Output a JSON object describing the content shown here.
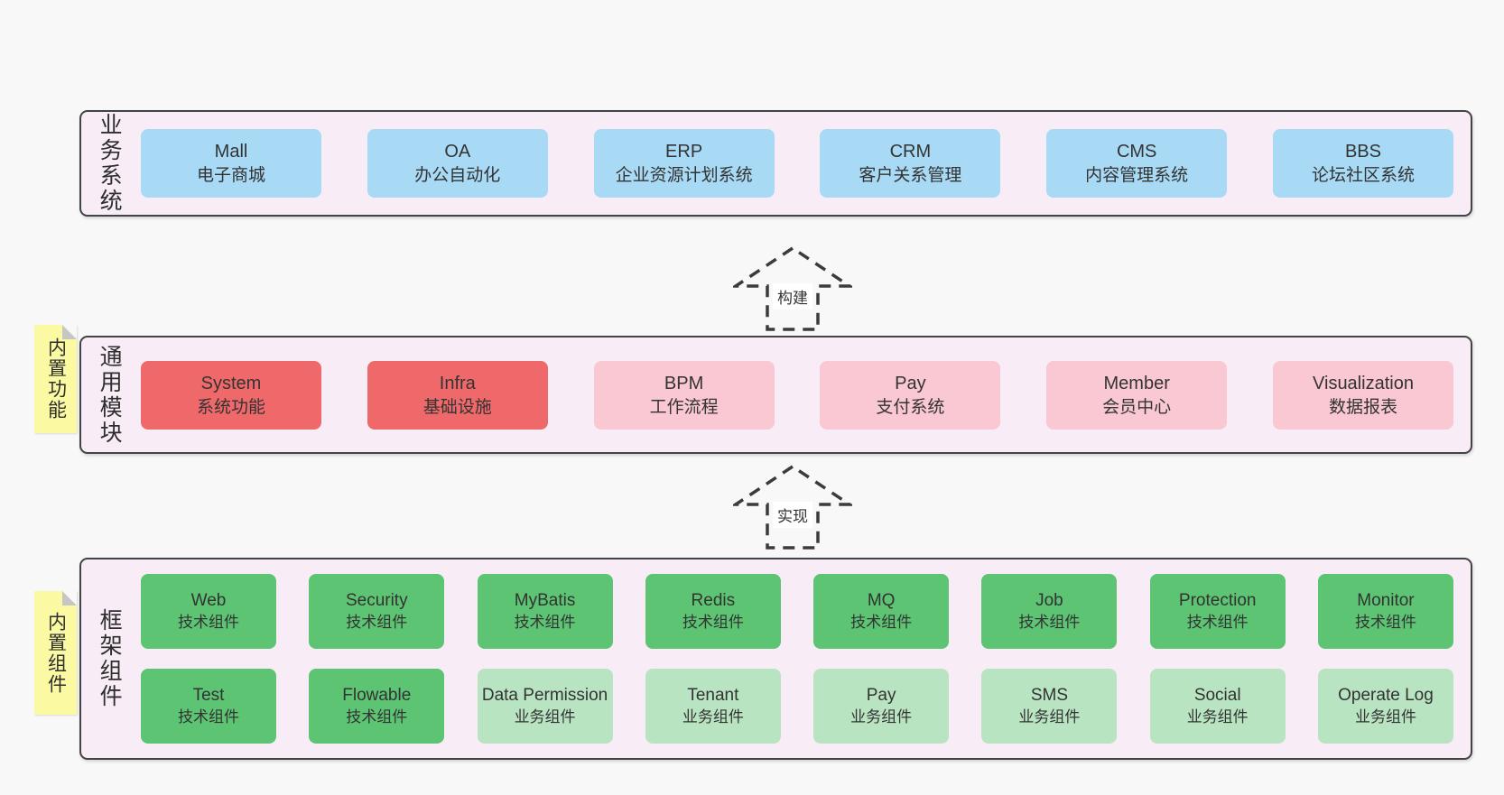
{
  "layers": {
    "business": {
      "label": "业务系统",
      "boxes": [
        {
          "name": "Mall",
          "subtitle": "电子商城"
        },
        {
          "name": "OA",
          "subtitle": "办公自动化"
        },
        {
          "name": "ERP",
          "subtitle": "企业资源计划系统"
        },
        {
          "name": "CRM",
          "subtitle": "客户关系管理"
        },
        {
          "name": "CMS",
          "subtitle": "内容管理系统"
        },
        {
          "name": "BBS",
          "subtitle": "论坛社区系统"
        }
      ]
    },
    "modules": {
      "label": "通用模块",
      "sticky_note": "内置功能",
      "boxes": [
        {
          "name": "System",
          "subtitle": "系统功能"
        },
        {
          "name": "Infra",
          "subtitle": "基础设施"
        },
        {
          "name": "BPM",
          "subtitle": "工作流程"
        },
        {
          "name": "Pay",
          "subtitle": "支付系统"
        },
        {
          "name": "Member",
          "subtitle": "会员中心"
        },
        {
          "name": "Visualization",
          "subtitle": "数据报表"
        }
      ]
    },
    "framework": {
      "label": "框架组件",
      "sticky_note": "内置组件",
      "row1": [
        {
          "name": "Web",
          "subtitle": "技术组件"
        },
        {
          "name": "Security",
          "subtitle": "技术组件"
        },
        {
          "name": "MyBatis",
          "subtitle": "技术组件"
        },
        {
          "name": "Redis",
          "subtitle": "技术组件"
        },
        {
          "name": "MQ",
          "subtitle": "技术组件"
        },
        {
          "name": "Job",
          "subtitle": "技术组件"
        },
        {
          "name": "Protection",
          "subtitle": "技术组件"
        },
        {
          "name": "Monitor",
          "subtitle": "技术组件"
        }
      ],
      "row2": [
        {
          "name": "Test",
          "subtitle": "技术组件"
        },
        {
          "name": "Flowable",
          "subtitle": "技术组件"
        },
        {
          "name": "Data Permission",
          "subtitle": "业务组件"
        },
        {
          "name": "Tenant",
          "subtitle": "业务组件"
        },
        {
          "name": "Pay",
          "subtitle": "业务组件"
        },
        {
          "name": "SMS",
          "subtitle": "业务组件"
        },
        {
          "name": "Social",
          "subtitle": "业务组件"
        },
        {
          "name": "Operate Log",
          "subtitle": "业务组件"
        }
      ]
    }
  },
  "arrows": [
    {
      "label": "构建"
    },
    {
      "label": "实现"
    }
  ],
  "colors": {
    "page_bg": "#f8f8f8",
    "layer_bg": "#f8edf6",
    "layer_border": "#434343",
    "blue_box": "#a8daf5",
    "red_box": "#f0696a",
    "pink_box": "#f9c8d2",
    "green_dark_box": "#5cc472",
    "green_light_box": "#b9e4c2",
    "sticky_yellow": "#fbf9a2",
    "arrow_stroke": "#3b3b3b"
  }
}
